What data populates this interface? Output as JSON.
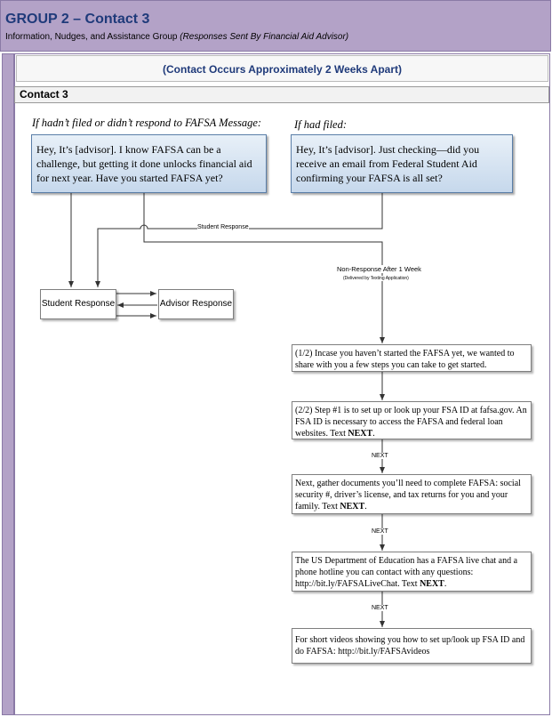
{
  "header": {
    "title": "GROUP 2 – Contact 3",
    "subtitle_lead": "Information, Nudges, and Assistance Group ",
    "subtitle_note": "(Responses Sent By Financial Aid Advisor)"
  },
  "banner": "(Contact Occurs Approximately 2 Weeks Apart)",
  "section_title": "Contact 3",
  "conditions": {
    "not_filed": "If hadn’t filed or didn’t respond to FAFSA Message:",
    "filed": "If had filed:"
  },
  "messages": {
    "not_filed": "Hey, It’s [advisor]. I know FAFSA can be a challenge, but getting it done unlocks financial aid for next year. Have you started FAFSA yet?",
    "filed": "Hey, It’s [advisor]. Just checking—did you receive an email from Federal Student Aid confirming your FAFSA is all set?"
  },
  "nodes": {
    "student_response": "Student Response",
    "advisor_response": "Advisor Response"
  },
  "labels": {
    "student_response_line": "Student Response",
    "non_response": "Non-Response After 1 Week",
    "delivered_by": "(Delivered by Texting Application)",
    "next_1": "NEXT",
    "next_2": "NEXT",
    "next_3": "NEXT"
  },
  "steps": {
    "step1": "(1/2) Incase you haven’t started the FAFSA yet, we wanted to share with you a few steps you can take to get started.",
    "step2_text": "(2/2) Step #1 is to set up or look up your FSA ID at fafsa.gov. An FSA ID is necessary to access the FAFSA and federal loan websites. Text ",
    "step2_bold": "NEXT",
    "step2_end": ".",
    "step3_text": "Next, gather documents you’ll need to complete FAFSA: social security #, driver’s license, and tax returns for you and your family. Text ",
    "step3_bold": "NEXT",
    "step3_end": ".",
    "step4_text": "The US Department of Education has a FAFSA live chat and a phone hotline you can contact with any questions: http://bit.ly/FAFSALiveChat. Text ",
    "step4_bold": "NEXT",
    "step4_end": ".",
    "step5": "For short videos showing you how to set up/look up FSA ID and do FAFSA: http://bit.ly/FAFSAvideos"
  },
  "colors": {
    "header_bg": "#b3a2c7",
    "title_text": "#1f3a7a",
    "message_fill": "#c6d8ec",
    "message_border": "#5a7ea8"
  }
}
